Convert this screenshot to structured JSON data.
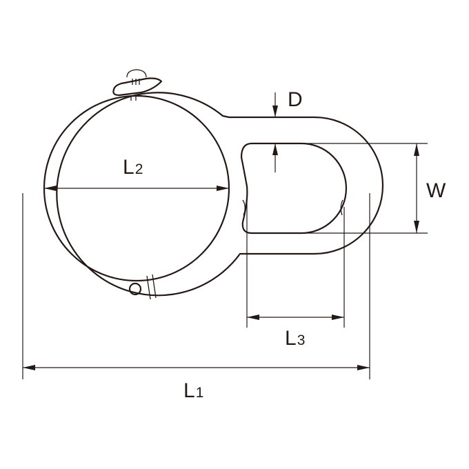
{
  "labels": {
    "d": {
      "main": "D",
      "sub": ""
    },
    "w": {
      "main": "W",
      "sub": ""
    },
    "l1": {
      "main": "L",
      "sub": "1"
    },
    "l2": {
      "main": "L",
      "sub": "2"
    },
    "l3": {
      "main": "L",
      "sub": "3"
    }
  },
  "colors": {
    "line": "#231815",
    "background": "#ffffff"
  }
}
